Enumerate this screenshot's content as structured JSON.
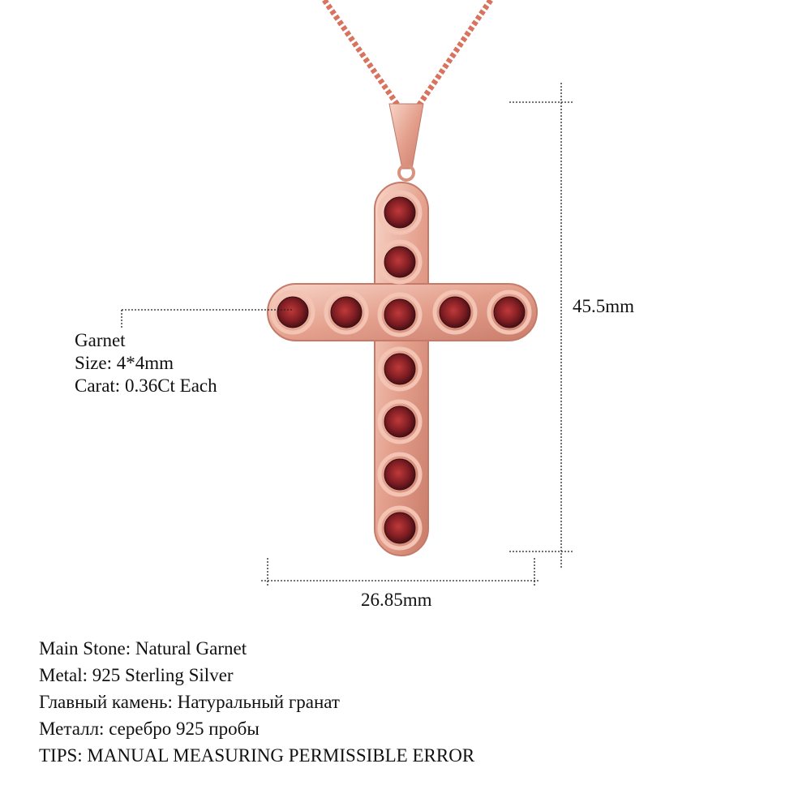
{
  "stone_callout": {
    "name": "Garnet",
    "size": "Size: 4*4mm",
    "carat": "Carat: 0.36Ct Each"
  },
  "dimensions": {
    "height": "45.5mm",
    "width": "26.85mm"
  },
  "specs": [
    "Main Stone: Natural Garnet",
    "Metal: 925 Sterling Silver",
    "Главный камень: Натуральный гранат",
    "Металл: серебро 925 пробы",
    "TIPS: MANUAL MEASURING PERMISSIBLE ERROR"
  ],
  "colors": {
    "metal": "#e8a594",
    "stone": "#7a1a1f",
    "guide": "#222222"
  }
}
